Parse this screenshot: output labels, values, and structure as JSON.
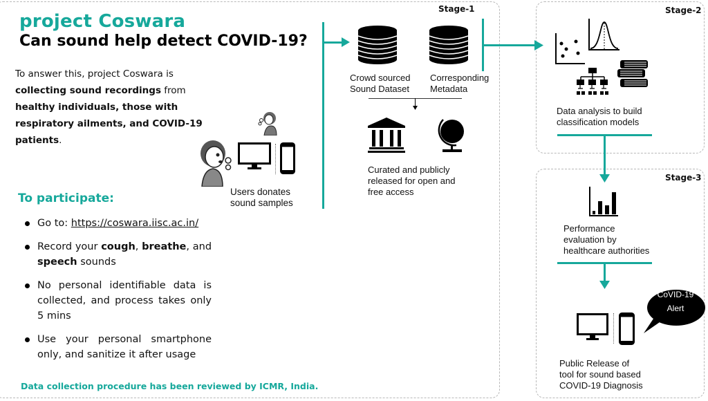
{
  "header": {
    "title": "project Coswara",
    "subtitle": "Can sound help detect COVID-19?"
  },
  "intro": {
    "part1": "To answer this, project Coswara is ",
    "bold1": "collecting sound recordings",
    "part2": " from ",
    "bold2": "healthy individuals, those with respiratory ailments, and COVID-19 patients",
    "part3": "."
  },
  "participate": {
    "heading": "To participate:",
    "steps": [
      {
        "prefix": "Go to: ",
        "link": "https://coswara.iisc.ac.in/"
      },
      {
        "t1": "Record your ",
        "b1": "cough",
        "t2": ", ",
        "b2": "breathe",
        "t3": ", and ",
        "b3": "speech",
        "t4": " sounds"
      },
      {
        "text": "No personal identifiable data is collected, and process takes only 5 mins"
      },
      {
        "text": "Use your personal smartphone only, and sanitize it after usage"
      }
    ]
  },
  "footer": "Data collection procedure has been reviewed by ICMR, India.",
  "users": {
    "label_line1": "Users donates",
    "label_line2": "sound samples"
  },
  "stage1": {
    "title": "Stage-1",
    "dataset_line1": "Crowd sourced",
    "dataset_line2": "Sound Dataset",
    "metadata_line1": "Corresponding",
    "metadata_line2": "Metadata",
    "release_line1": "Curated and publicly",
    "release_line2": "released for open and",
    "release_line3": "free access"
  },
  "stage2": {
    "title": "Stage-2",
    "line1": "Data analysis to build",
    "line2": "classification models"
  },
  "stage3": {
    "title": "Stage-3",
    "eval_line1": "Performance",
    "eval_line2": "evaluation by",
    "eval_line3": "healthcare authorities",
    "alert_line1": "CoVID-19",
    "alert_line2": "Alert",
    "release_line1": "Public Release of",
    "release_line2": "tool for sound based",
    "release_line3": "COVID-19 Diagnosis"
  },
  "colors": {
    "accent": "#16a89b",
    "border": "#b8b8b8"
  }
}
